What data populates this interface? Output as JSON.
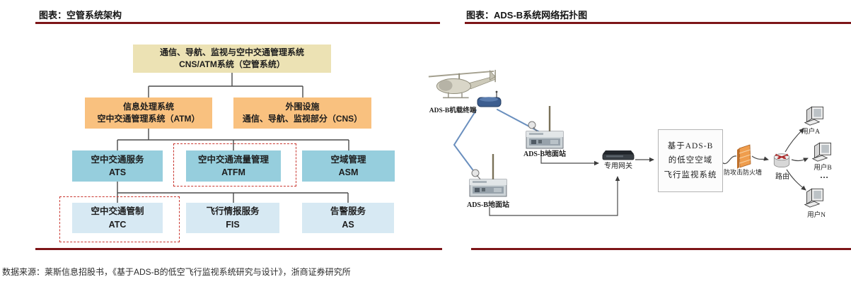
{
  "left_panel": {
    "title": "图表：空管系统架构",
    "org_chart": {
      "root": {
        "line1": "通信、导航、监视与空中交通管理系统",
        "line2": "CNS/ATM系统（空管系统）"
      },
      "atm": {
        "line1": "信息处理系统",
        "line2": "空中交通管理系统（ATM）"
      },
      "cns": {
        "line1": "外围设施",
        "line2": "通信、导航、监视部分（CNS）"
      },
      "ats": {
        "line1": "空中交通服务",
        "line2": "ATS"
      },
      "atfm": {
        "line1": "空中交通流量管理",
        "line2": "ATFM"
      },
      "asm": {
        "line1": "空域管理",
        "line2": "ASM"
      },
      "atc": {
        "line1": "空中交通管制",
        "line2": "ATC"
      },
      "fis": {
        "line1": "飞行情报服务",
        "line2": "FIS"
      },
      "as": {
        "line1": "告警服务",
        "line2": "AS"
      }
    }
  },
  "right_panel": {
    "title": "图表：ADS-B系统网络拓扑图",
    "nodes": {
      "airborne_terminal": "ADS-B机载终端",
      "ground_station_1": "ADS-B地面站",
      "ground_station_2": "ADS-B地面站",
      "gateway": "专用网关",
      "system": {
        "line1": "基于ADS-B",
        "line2": "的低空空域",
        "line3": "飞行监视系统"
      },
      "firewall": "防攻击防火墙",
      "router": "路由",
      "user_a": "用户A",
      "user_b": "用户B",
      "ellipsis": "…",
      "user_n": "用户N"
    }
  },
  "footer": {
    "source": "数据来源：莱斯信息招股书，《基于ADS-B的低空飞行监视系统研究与设计》，浙商证券研究所"
  },
  "colors": {
    "rule": "#7d1518",
    "root_fill": "#ece2b4",
    "level2_fill": "#f9c17f",
    "level3_fill": "#96cedd",
    "level4_fill": "#d7e9f3",
    "dashed_red": "#c9362f",
    "connector": "#4a4a4a",
    "signal_blue": "#6a8fbe"
  }
}
